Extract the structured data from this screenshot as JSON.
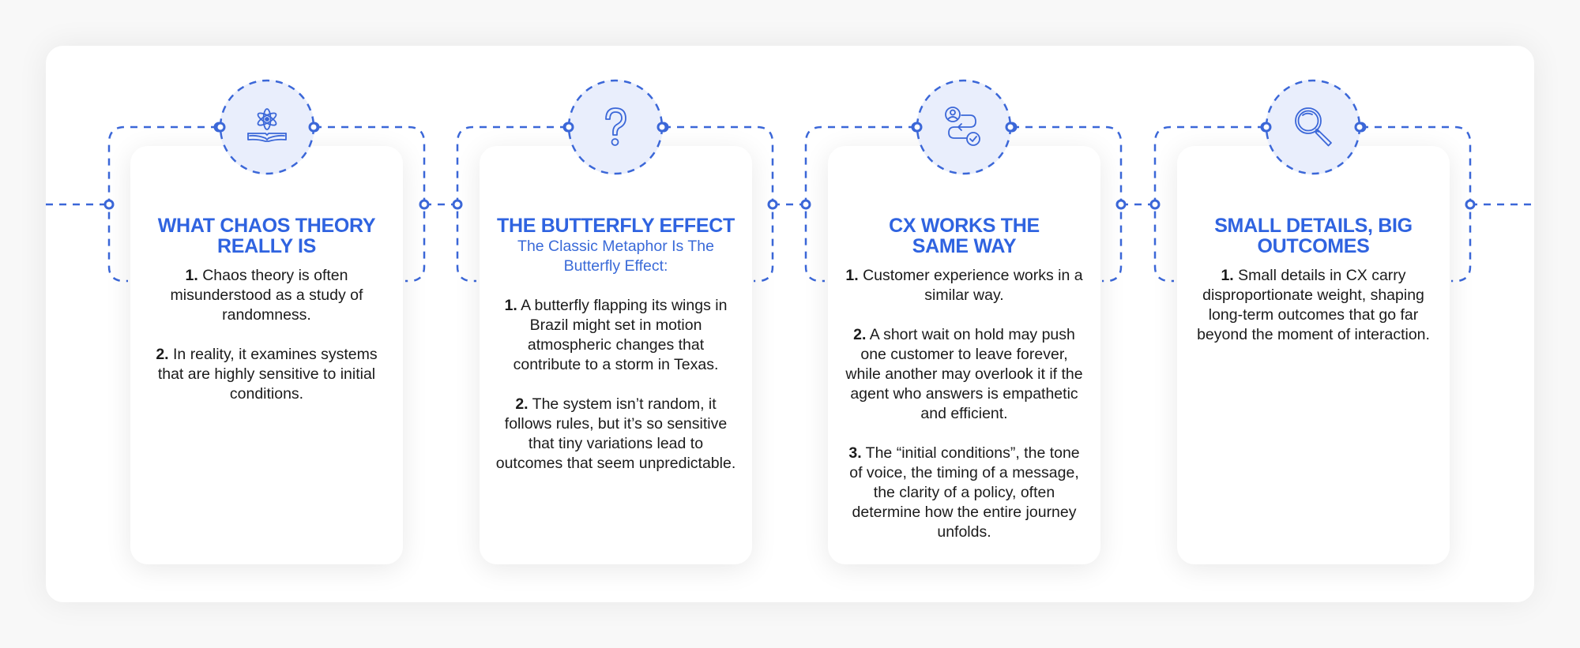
{
  "colors": {
    "accent": "#2f63e0",
    "line": "#3b67d8",
    "icon_circle_fill": "#e9eefc",
    "text": "#1b1b1b",
    "panel": "#ffffff",
    "background": "#f8f8f8"
  },
  "steps": [
    {
      "icon": "atom-book-icon",
      "title_line1": "WHAT CHAOS THEORY",
      "title_line2": "REALLY IS",
      "subtitle": "",
      "points": [
        {
          "num": "1.",
          "text": " Chaos theory is often misunderstood as a study of randomness."
        },
        {
          "num": "2.",
          "text": " In reality, it examines systems that are highly sensitive to initial conditions."
        }
      ]
    },
    {
      "icon": "question-mark-icon",
      "title_line1": "THE BUTTERFLY EFFECT",
      "title_line2": "",
      "subtitle": "The Classic Metaphor Is The Butterfly Effect:",
      "points": [
        {
          "num": "1.",
          "text": " A butterfly flapping its wings in Brazil might set in motion atmospheric changes that contribute to a storm in Texas."
        },
        {
          "num": "2.",
          "text": " The system isn’t random, it follows rules, but it’s so sensitive that tiny variations lead to outcomes that seem unpredictable."
        }
      ]
    },
    {
      "icon": "customer-journey-icon",
      "title_line1": "CX WORKS THE",
      "title_line2": "SAME WAY",
      "subtitle": "",
      "points": [
        {
          "num": "1.",
          "text": " Customer experience works in a similar way."
        },
        {
          "num": "2.",
          "text": " A short wait on hold may push one customer to leave forever, while another may overlook it if the agent who answers is empathetic and efficient."
        },
        {
          "num": "3.",
          "text": " The “initial conditions”, the tone of voice, the timing of a message, the clarity of a policy, often determine how the entire journey unfolds."
        }
      ]
    },
    {
      "icon": "magnifying-glass-icon",
      "title_line1": "SMALL DETAILS, BIG",
      "title_line2": "OUTCOMES",
      "subtitle": "",
      "points": [
        {
          "num": "1.",
          "text": " Small details in CX carry disproportionate weight, shaping long-term outcomes that go far beyond the moment of interaction."
        }
      ]
    }
  ]
}
